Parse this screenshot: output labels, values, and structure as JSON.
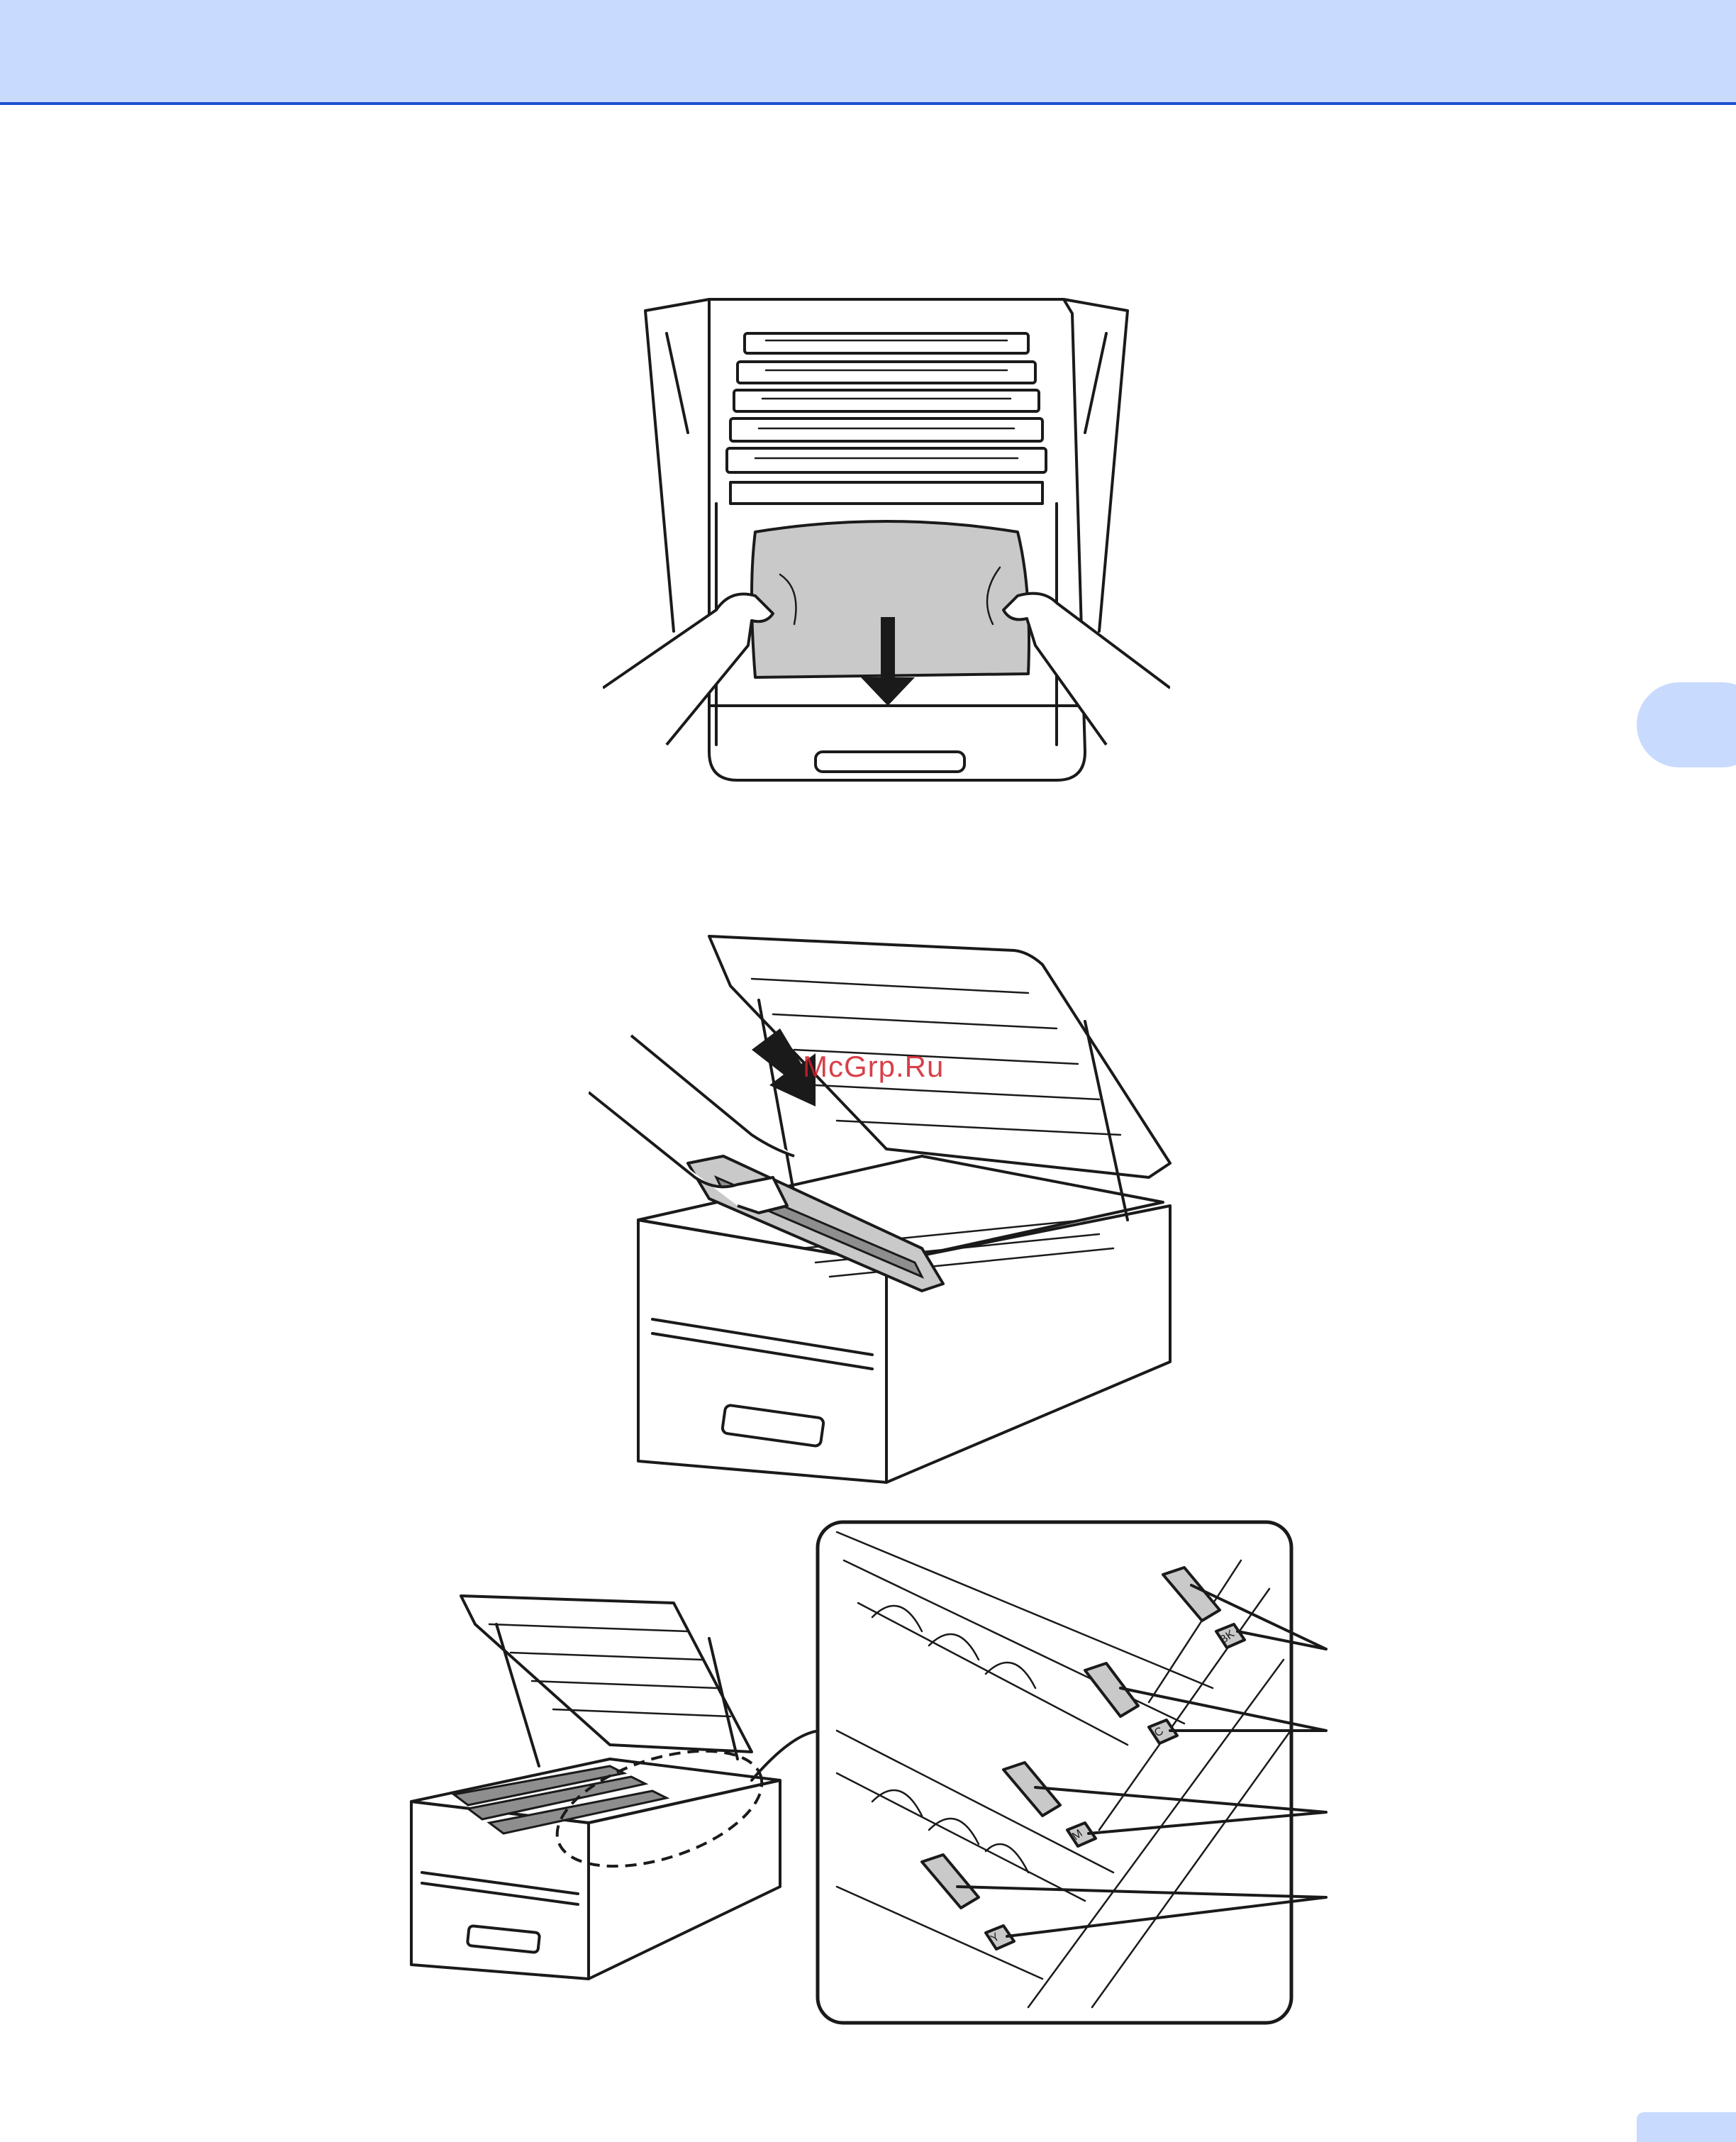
{
  "page": {
    "watermark": "McGrp.Ru",
    "chapter_tab_label": "",
    "page_number": ""
  },
  "inset": {
    "cartridge_labels": [
      "BK",
      "C",
      "M",
      "Y"
    ]
  }
}
